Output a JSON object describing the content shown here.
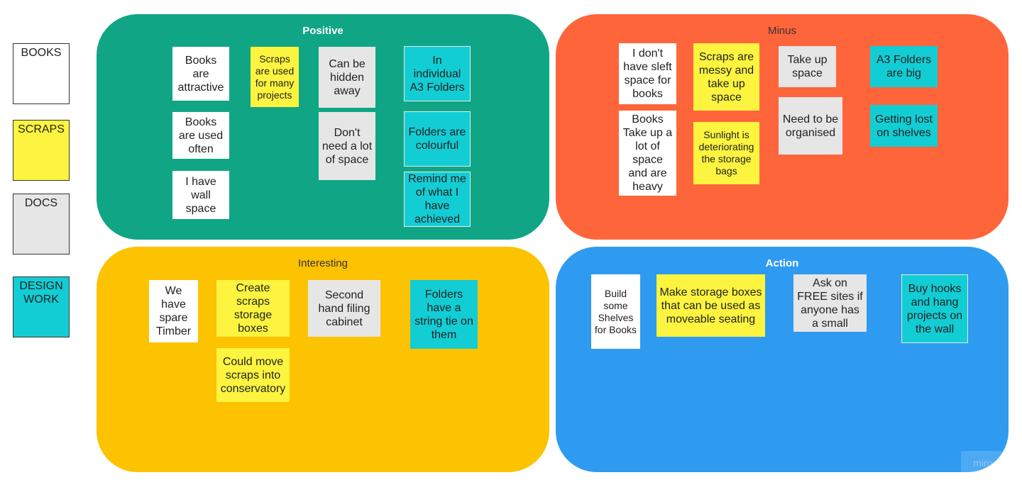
{
  "legend": {
    "books": "BOOKS",
    "scraps": "SCRAPS",
    "docs": "DOCS",
    "design_work": "DESIGN WORK"
  },
  "quadrants": {
    "positive": {
      "title": "Positive",
      "color": "#10a685",
      "notes": {
        "books_attractive": "Books are attractive",
        "books_used_often": "Books are used often",
        "wall_space": "I have wall space",
        "scraps_projects": "Scraps are used for many projects",
        "hidden_away": "Can be hidden away",
        "dont_need_space": "Don't need a lot of space",
        "a3_folders": "In individual A3 Folders",
        "folders_colourful": "Folders are colourful",
        "remind_me": "Remind me of what I have achieved"
      }
    },
    "minus": {
      "title": "Minus",
      "color": "#ff653b",
      "notes": {
        "no_shelf_space": "I don't have sleft space for books",
        "books_heavy": "Books Take up a lot of space and are heavy",
        "scraps_messy": "Scraps are messy and take up space",
        "sunlight": "Sunlight is deteriorating the storage bags",
        "take_up_space": "Take up space",
        "organised": "Need to be organised",
        "a3_big": "A3 Folders are big",
        "lost_shelves": "Getting lost on shelves"
      }
    },
    "interesting": {
      "title": "Interesting",
      "color": "#fdc200",
      "notes": {
        "spare_timber": "We have spare Timber",
        "storage_boxes": "Create scraps storage boxes",
        "conservatory": "Could move scraps into conservatory",
        "filing_cabinet": "Second hand filing cabinet",
        "string_tie": "Folders have a string tie on them"
      }
    },
    "action": {
      "title": "Action",
      "color": "#2e9bf0",
      "notes": {
        "build_shelves": "Build some Shelves for Books",
        "moveable_seating": "Make storage boxes that can be used as moveable seating",
        "free_sites": "Ask on FREE sites if anyone has a small",
        "buy_hooks": "Buy hooks and hang projects on the wall"
      }
    }
  },
  "watermark": "miro"
}
